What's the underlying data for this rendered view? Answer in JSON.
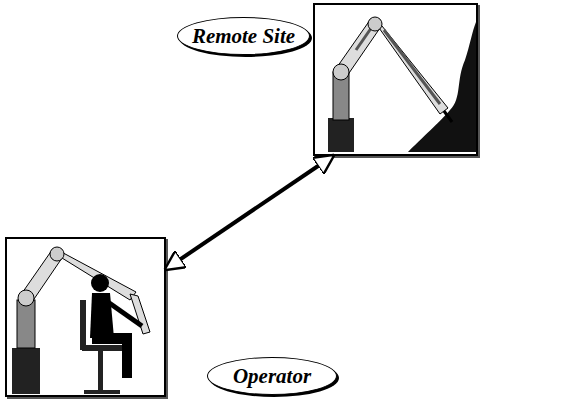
{
  "diagram": {
    "nodes": [
      {
        "text": [
          "Remote Site"
        ]
      },
      {
        "text": [
          "Operator"
        ]
      }
    ],
    "edges": [
      {
        "from": 1,
        "to": 0,
        "arrow": "both"
      }
    ]
  }
}
